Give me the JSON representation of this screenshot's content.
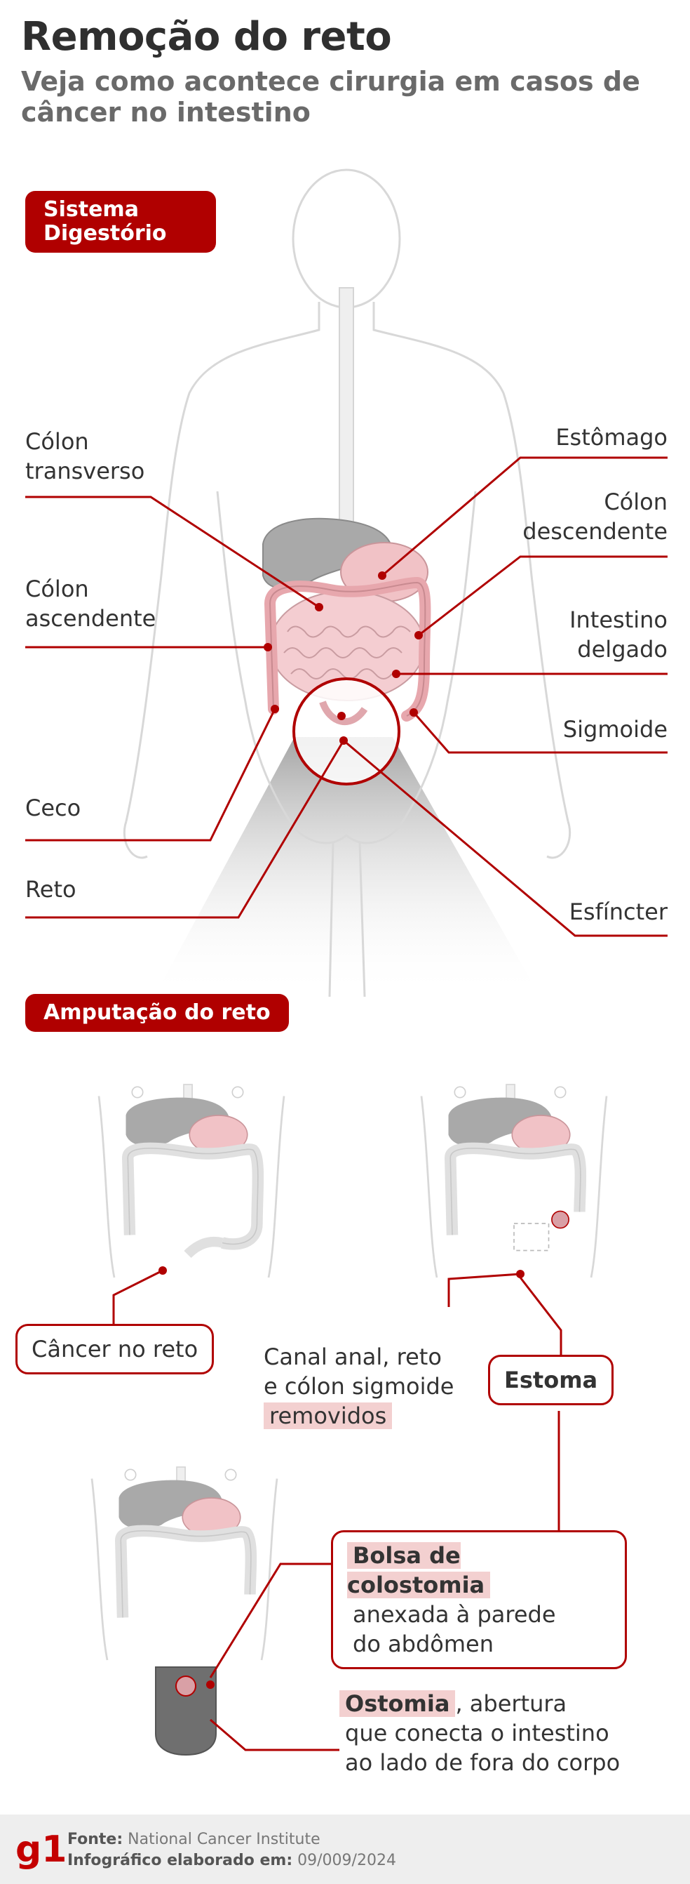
{
  "header": {
    "title": "Remoção do reto",
    "subtitle": "Veja como acontece cirurgia em casos de câncer no intestino"
  },
  "section1": {
    "badge_line1": "Sistema",
    "badge_line2": "Digestório"
  },
  "labels": {
    "colon_transverso": [
      "Cólon",
      "transverso"
    ],
    "colon_ascendente": [
      "Cólon",
      "ascendente"
    ],
    "ceco": "Ceco",
    "reto": "Reto",
    "estomago": "Estômago",
    "colon_descendente": [
      "Cólon",
      "descendente"
    ],
    "intestino_delgado": [
      "Intestino",
      "delgado"
    ],
    "sigmoide": "Sigmoide",
    "esfincter": "Esfíncter"
  },
  "section2": {
    "badge": "Amputação do reto"
  },
  "callouts": {
    "cancer": "Câncer no reto",
    "removed_line1": "Canal anal, reto",
    "removed_line2": "e cólon sigmoide",
    "removed_line3": "removidos",
    "estoma": "Estoma",
    "bolsa_title": "Bolsa de colostomia",
    "bolsa_line2": "anexada à parede",
    "bolsa_line3": "do abdômen",
    "ostomia_title": "Ostomia",
    "ostomia_rest": ", abertura",
    "ostomia_line2": "que conecta o intestino",
    "ostomia_line3": "ao lado de fora do corpo"
  },
  "footer": {
    "logo": "g1",
    "fonte_key": "Fonte:",
    "fonte_val": "National Cancer Institute",
    "info_key": "Infográfico elaborado em:",
    "info_val": "09/009/2024"
  },
  "colors": {
    "accent": "#b00000",
    "highlight": "#f3d0d0",
    "organ": "#f0c4c8",
    "liver": "#a8a8a8"
  }
}
